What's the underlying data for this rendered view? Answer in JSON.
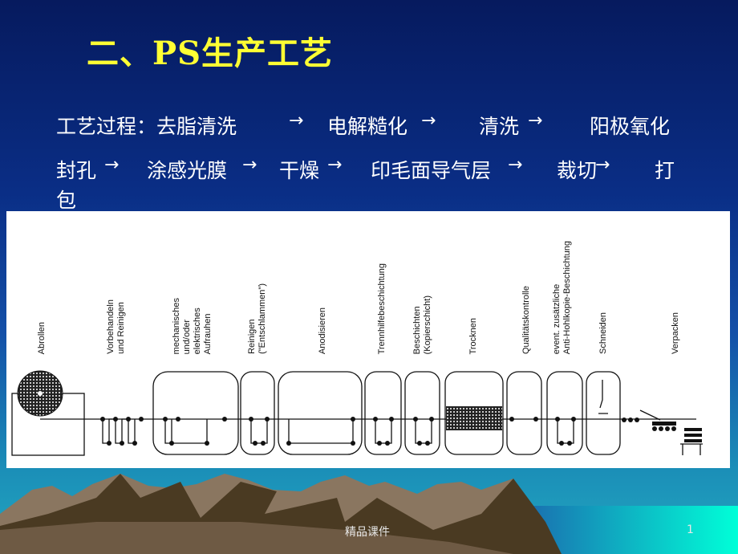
{
  "slide": {
    "title": "二、PS生产工艺",
    "process_line1": [
      "工艺过程：去脂清洗",
      "电解糙化",
      "清洗",
      "阳极氧化"
    ],
    "process_line2": [
      "封孔",
      "涂感光膜",
      "干燥",
      "印毛面导气层",
      "裁切",
      "打"
    ],
    "process_line3": "包",
    "arrow_icon": "right-arrow-icon",
    "footer_text": "精品课件",
    "page_number": "1"
  },
  "diagram": {
    "stages": [
      "Abrollen",
      "Vorbehandeln\nund Reinigen",
      "mechanisches\nund/oder\nelektrisches\nAufrauhen",
      "Reinigen\n(\"Entschlammen\")",
      "Anodisieren",
      "Trennhilfebeschichtung",
      "Beschichten\n(Kopierschicht)",
      "Trocknen",
      "Qualitätskontrolle",
      "event. zusätzliche\nAnti-Hohlkopie-Beschichtung",
      "Schneiden",
      "Verpacken"
    ]
  },
  "colors": {
    "title": "#ffff33",
    "text": "#ffffff",
    "mountain": "#7a6650"
  }
}
